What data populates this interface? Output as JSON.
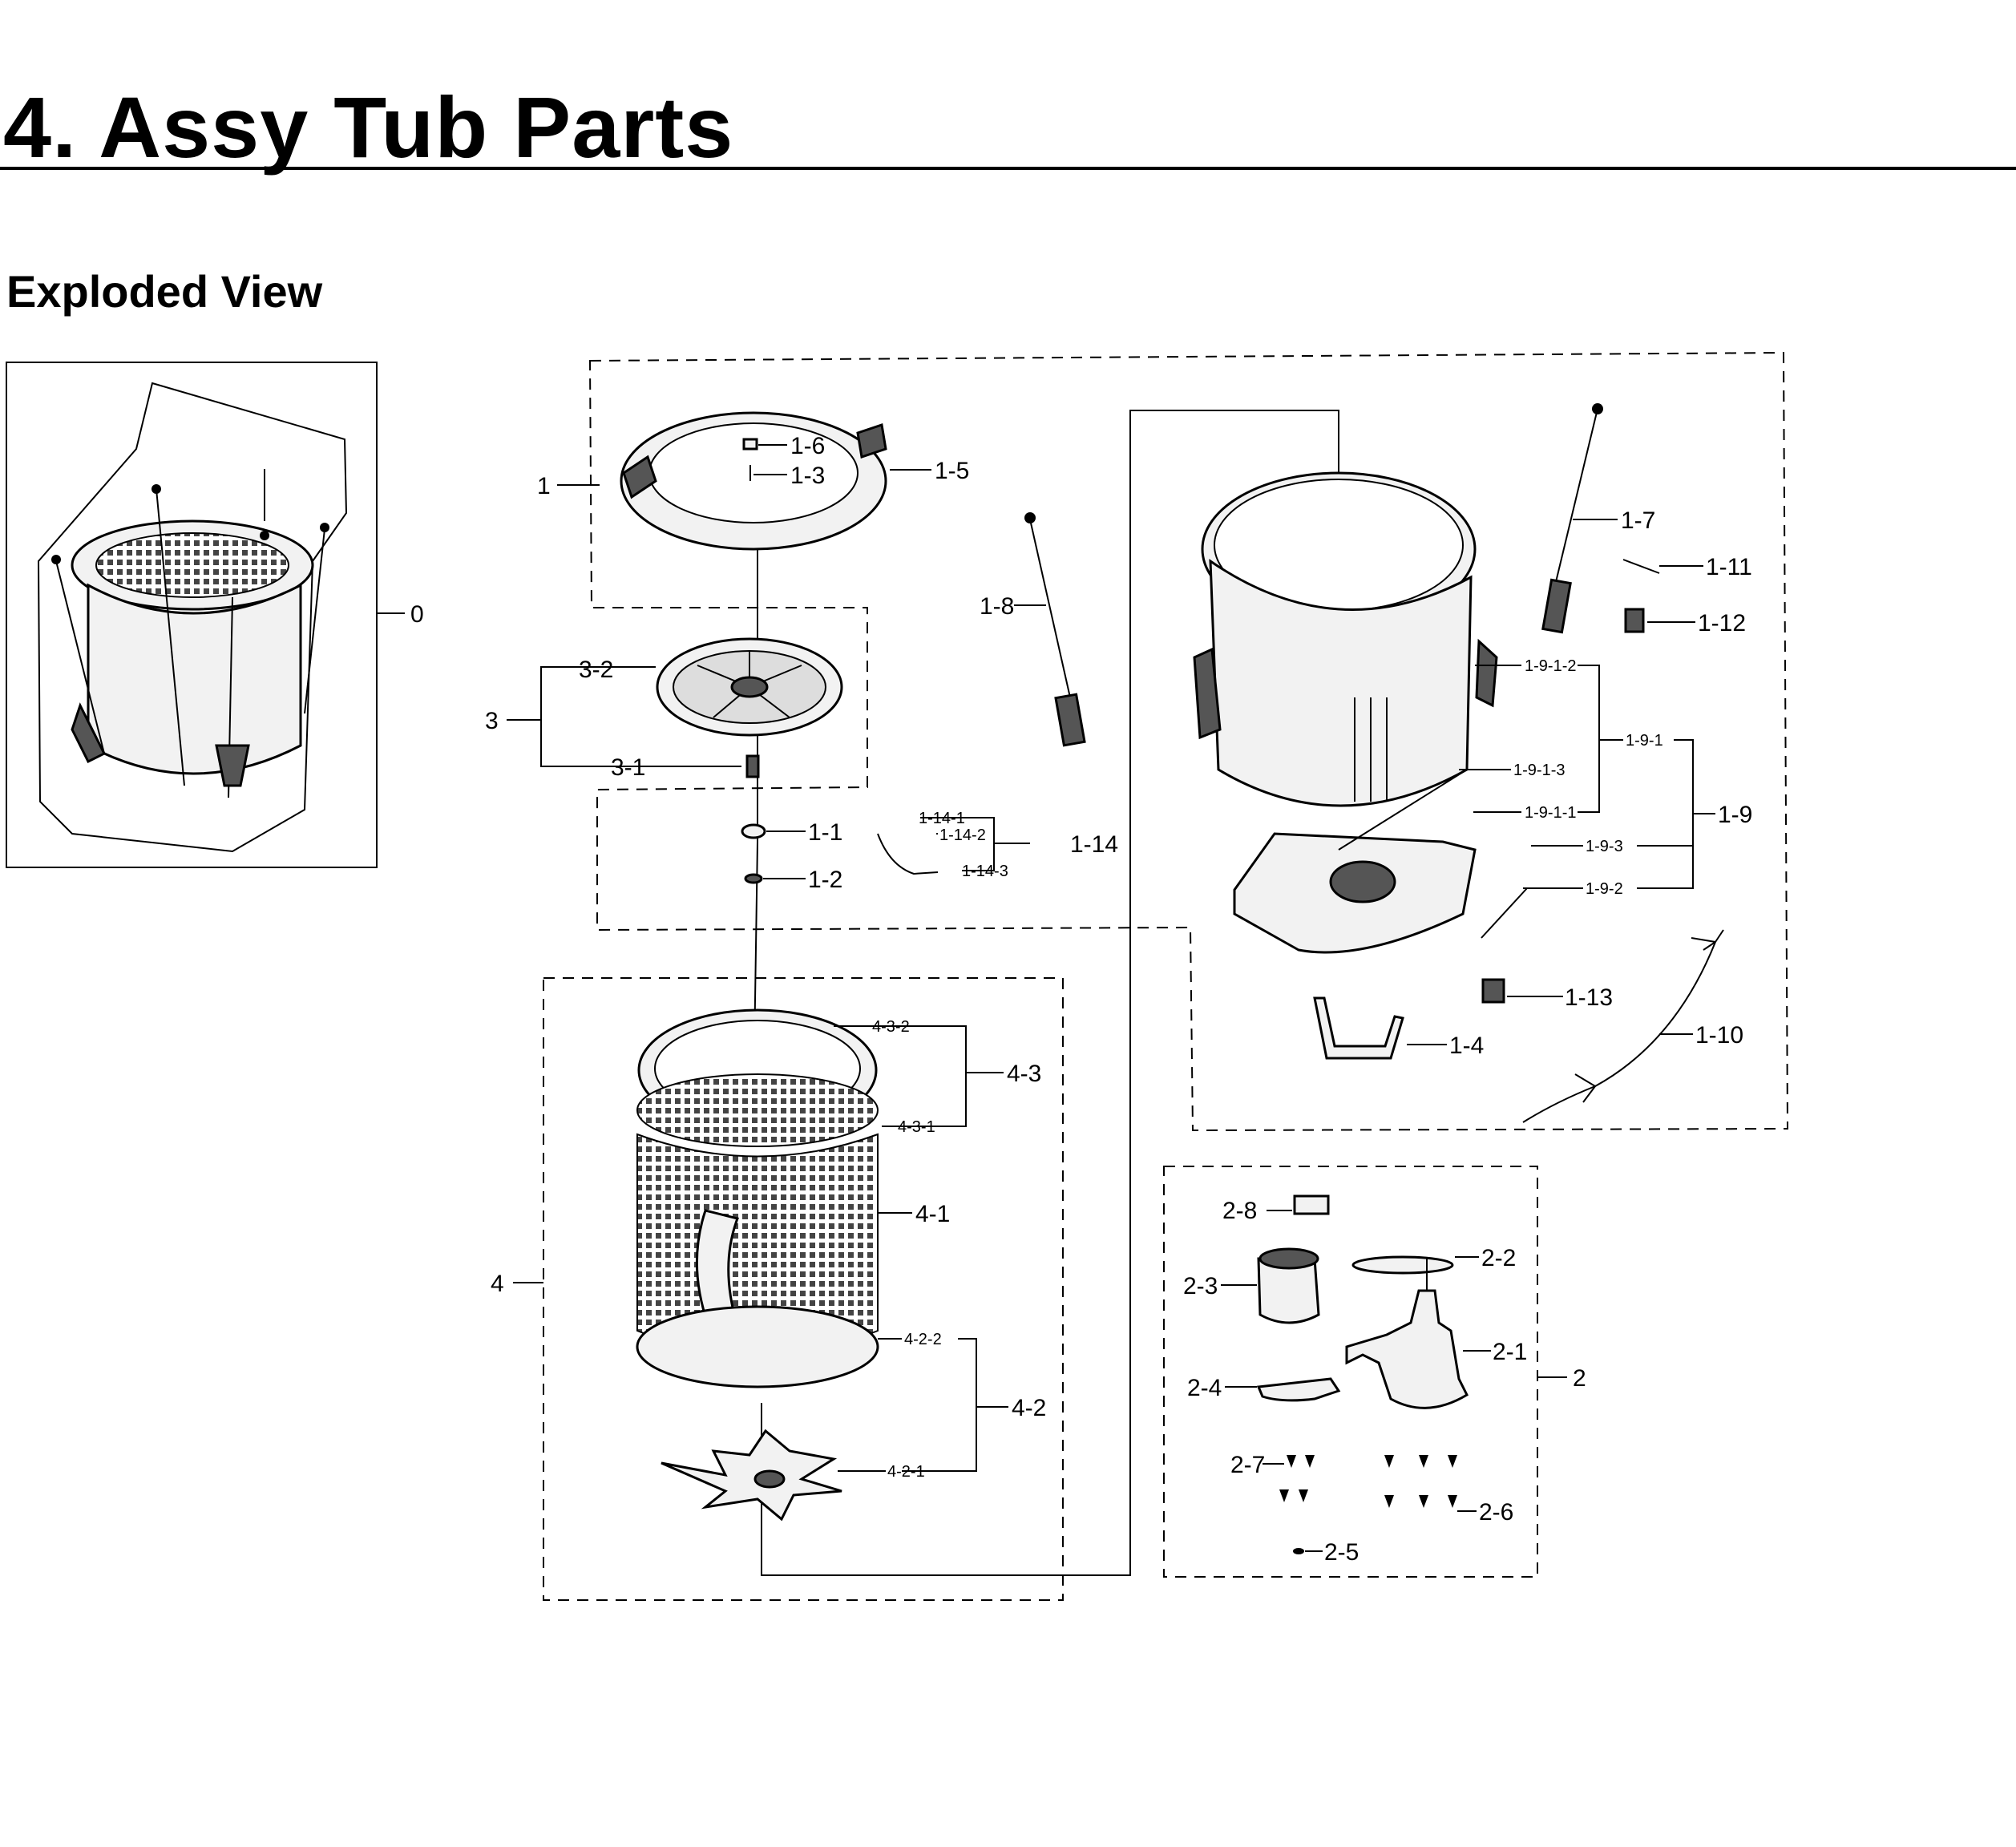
{
  "page": {
    "title": "4.  Assy Tub Parts",
    "subtitle": "Exploded View"
  },
  "callouts": {
    "c0": "0",
    "c1": "1",
    "c1_1": "1-1",
    "c1_2": "1-2",
    "c1_3": "1-3",
    "c1_4": "1-4",
    "c1_5": "1-5",
    "c1_6": "1-6",
    "c1_7": "1-7",
    "c1_8": "1-8",
    "c1_9": "1-9",
    "c1_9_1": "1-9-1",
    "c1_9_1_1": "1-9-1-1",
    "c1_9_1_2": "1-9-1-2",
    "c1_9_1_3": "1-9-1-3",
    "c1_9_2": "1-9-2",
    "c1_9_3": "1-9-3",
    "c1_10": "1-10",
    "c1_11": "1-11",
    "c1_12": "1-12",
    "c1_13": "1-13",
    "c1_14": "1-14",
    "c1_14_1": "1-14-1",
    "c1_14_2": "1-14-2",
    "c1_14_3": "1-14-3",
    "c2": "2",
    "c2_1": "2-1",
    "c2_2": "2-2",
    "c2_3": "2-3",
    "c2_4": "2-4",
    "c2_5": "2-5",
    "c2_6": "2-6",
    "c2_7": "2-7",
    "c2_8": "2-8",
    "c3": "3",
    "c3_1": "3-1",
    "c3_2": "3-2",
    "c4": "4",
    "c4_1": "4-1",
    "c4_2": "4-2",
    "c4_2_1": "4-2-1",
    "c4_2_2": "4-2-2",
    "c4_3": "4-3",
    "c4_3_1": "4-3-1",
    "c4_3_2": "4-3-2"
  }
}
